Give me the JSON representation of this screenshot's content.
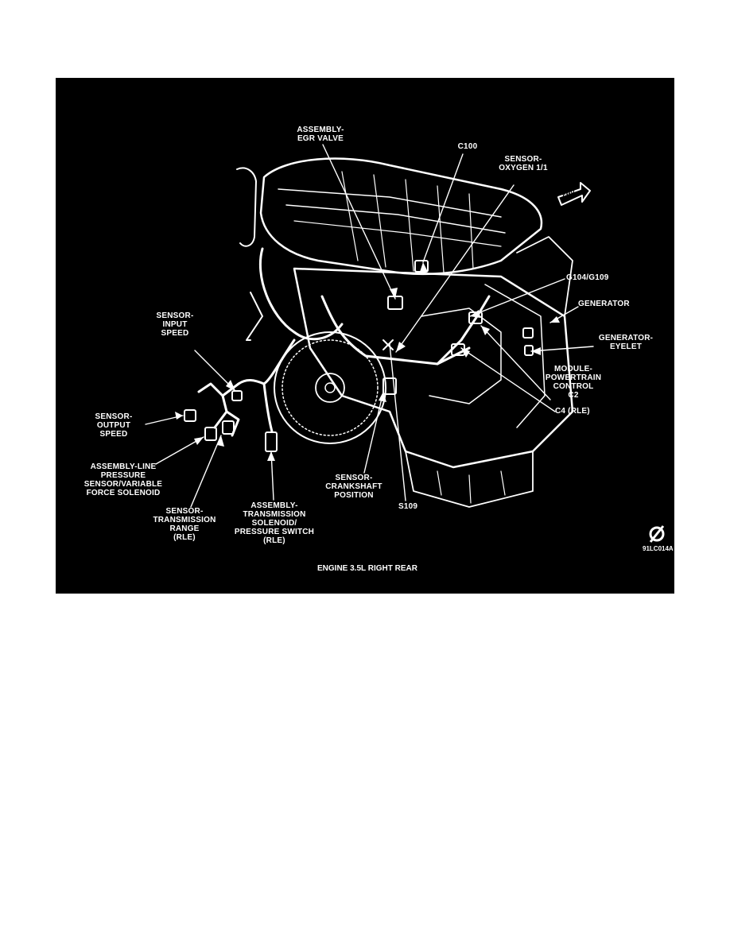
{
  "figure": {
    "caption": "ENGINE 3.5L RIGHT REAR",
    "figure_id": "91LC014A",
    "arrow_label": "FWD",
    "colors": {
      "background": "#000000",
      "ink": "#ffffff"
    },
    "icon": "disc-slash-icon"
  },
  "labels": [
    {
      "id": "egr",
      "text": "ASSEMBLY-\nEGR VALVE"
    },
    {
      "id": "c100",
      "text": "C100"
    },
    {
      "id": "o2",
      "text": "SENSOR-\nOXYGEN 1/1"
    },
    {
      "id": "g104",
      "text": "G104/G109"
    },
    {
      "id": "gen",
      "text": "GENERATOR"
    },
    {
      "id": "geneye",
      "text": "GENERATOR-\nEYELET"
    },
    {
      "id": "pcm",
      "text": "MODULE-\nPOWERTRAIN\nCONTROL\nC2"
    },
    {
      "id": "c4",
      "text": "C4 (RLE)"
    },
    {
      "id": "input",
      "text": "SENSOR-\nINPUT\nSPEED"
    },
    {
      "id": "output",
      "text": "SENSOR-\nOUTPUT\nSPEED"
    },
    {
      "id": "linepress",
      "text": "ASSEMBLY-LINE\nPRESSURE\nSENSOR/VARIABLE\nFORCE SOLENOID"
    },
    {
      "id": "trange",
      "text": "SENSOR-\nTRANSMISSION\nRANGE\n(RLE)"
    },
    {
      "id": "tsol",
      "text": "ASSEMBLY-\nTRANSMISSION\nSOLENOID/\nPRESSURE SWITCH\n(RLE)"
    },
    {
      "id": "crank",
      "text": "SENSOR-\nCRANKSHAFT\nPOSITION"
    },
    {
      "id": "s109",
      "text": "S109"
    }
  ]
}
